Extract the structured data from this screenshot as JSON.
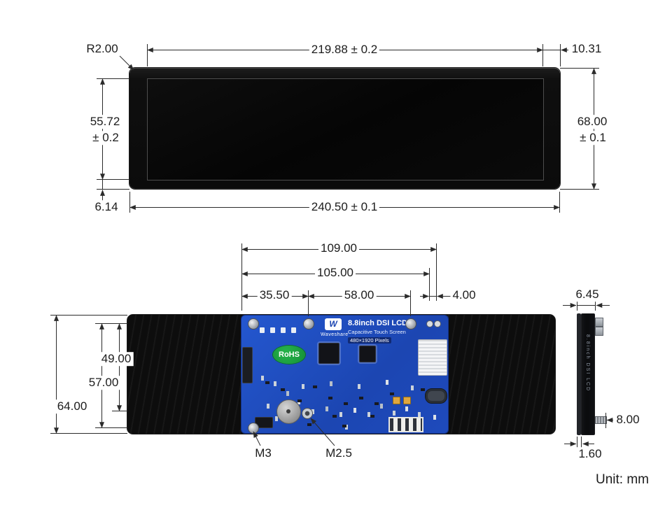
{
  "front_view": {
    "corner_radius": "R2.00",
    "active_width": "219.88 ± 0.2",
    "right_margin": "10.31",
    "active_height": "55.72",
    "active_height_tol": "± 0.2",
    "overall_height": "68.00",
    "overall_height_tol": "± 0.1",
    "bottom_margin": "6.14",
    "overall_width": "240.50 ± 0.1"
  },
  "back_view": {
    "d109": "109.00",
    "d105": "105.00",
    "d35_5": "35.50",
    "d58": "58.00",
    "d4": "4.00",
    "d49": "49.00",
    "d57": "57.00",
    "d64": "64.00",
    "m3": "M3",
    "m2_5": "M2.5",
    "pcb": {
      "logo_icon": "W",
      "brand": "Waveshare",
      "title": "8.8inch DSI LCD",
      "subtitle": "Capacitive Touch Screen",
      "resolution": "480×1920 Pixels",
      "rohs": "RoHS"
    }
  },
  "side_view": {
    "width": "6.45",
    "pin_length": "8.00",
    "glass_thickness": "1.60"
  },
  "footer": {
    "unit": "Unit: mm"
  }
}
